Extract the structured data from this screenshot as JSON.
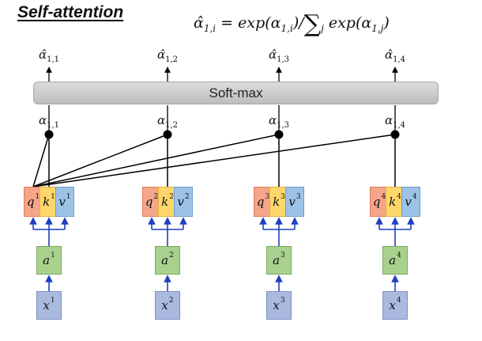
{
  "title": "Self-attention",
  "formula": {
    "lhs": "α̂",
    "lhs_sub": "1,i",
    "eq": " = exp(α",
    "num_sub": "1,i",
    "mid": ")/",
    "sum": "∑",
    "sum_sub": "j",
    "den": " exp(α",
    "den_sub": "1,j",
    "end": ")"
  },
  "softmax_label": "Soft-max",
  "columns": [
    {
      "alpha_hat_sym": "α̂",
      "alpha_hat_sub": "1,1",
      "alpha_sym": "α",
      "alpha_sub": "1,1",
      "q": "q",
      "k": "k",
      "v": "v",
      "a": "a",
      "x": "x",
      "sup": "1"
    },
    {
      "alpha_hat_sym": "α̂",
      "alpha_hat_sub": "1,2",
      "alpha_sym": "α",
      "alpha_sub": "1,2",
      "q": "q",
      "k": "k",
      "v": "v",
      "a": "a",
      "x": "x",
      "sup": "2"
    },
    {
      "alpha_hat_sym": "α̂",
      "alpha_hat_sub": "1,3",
      "alpha_sym": "α",
      "alpha_sub": "1,3",
      "q": "q",
      "k": "k",
      "v": "v",
      "a": "a",
      "x": "x",
      "sup": "3"
    },
    {
      "alpha_hat_sym": "α̂",
      "alpha_hat_sub": "1,4",
      "alpha_sym": "α",
      "alpha_sub": "1,4",
      "q": "q",
      "k": "k",
      "v": "v",
      "a": "a",
      "x": "x",
      "sup": "4"
    }
  ],
  "colors": {
    "query": "#f4a58a",
    "key": "#ffd66b",
    "value": "#9cc3e6",
    "embedding": "#a9d18e",
    "input": "#aab9de",
    "connector": "#1f3fbf",
    "line": "#000000"
  }
}
